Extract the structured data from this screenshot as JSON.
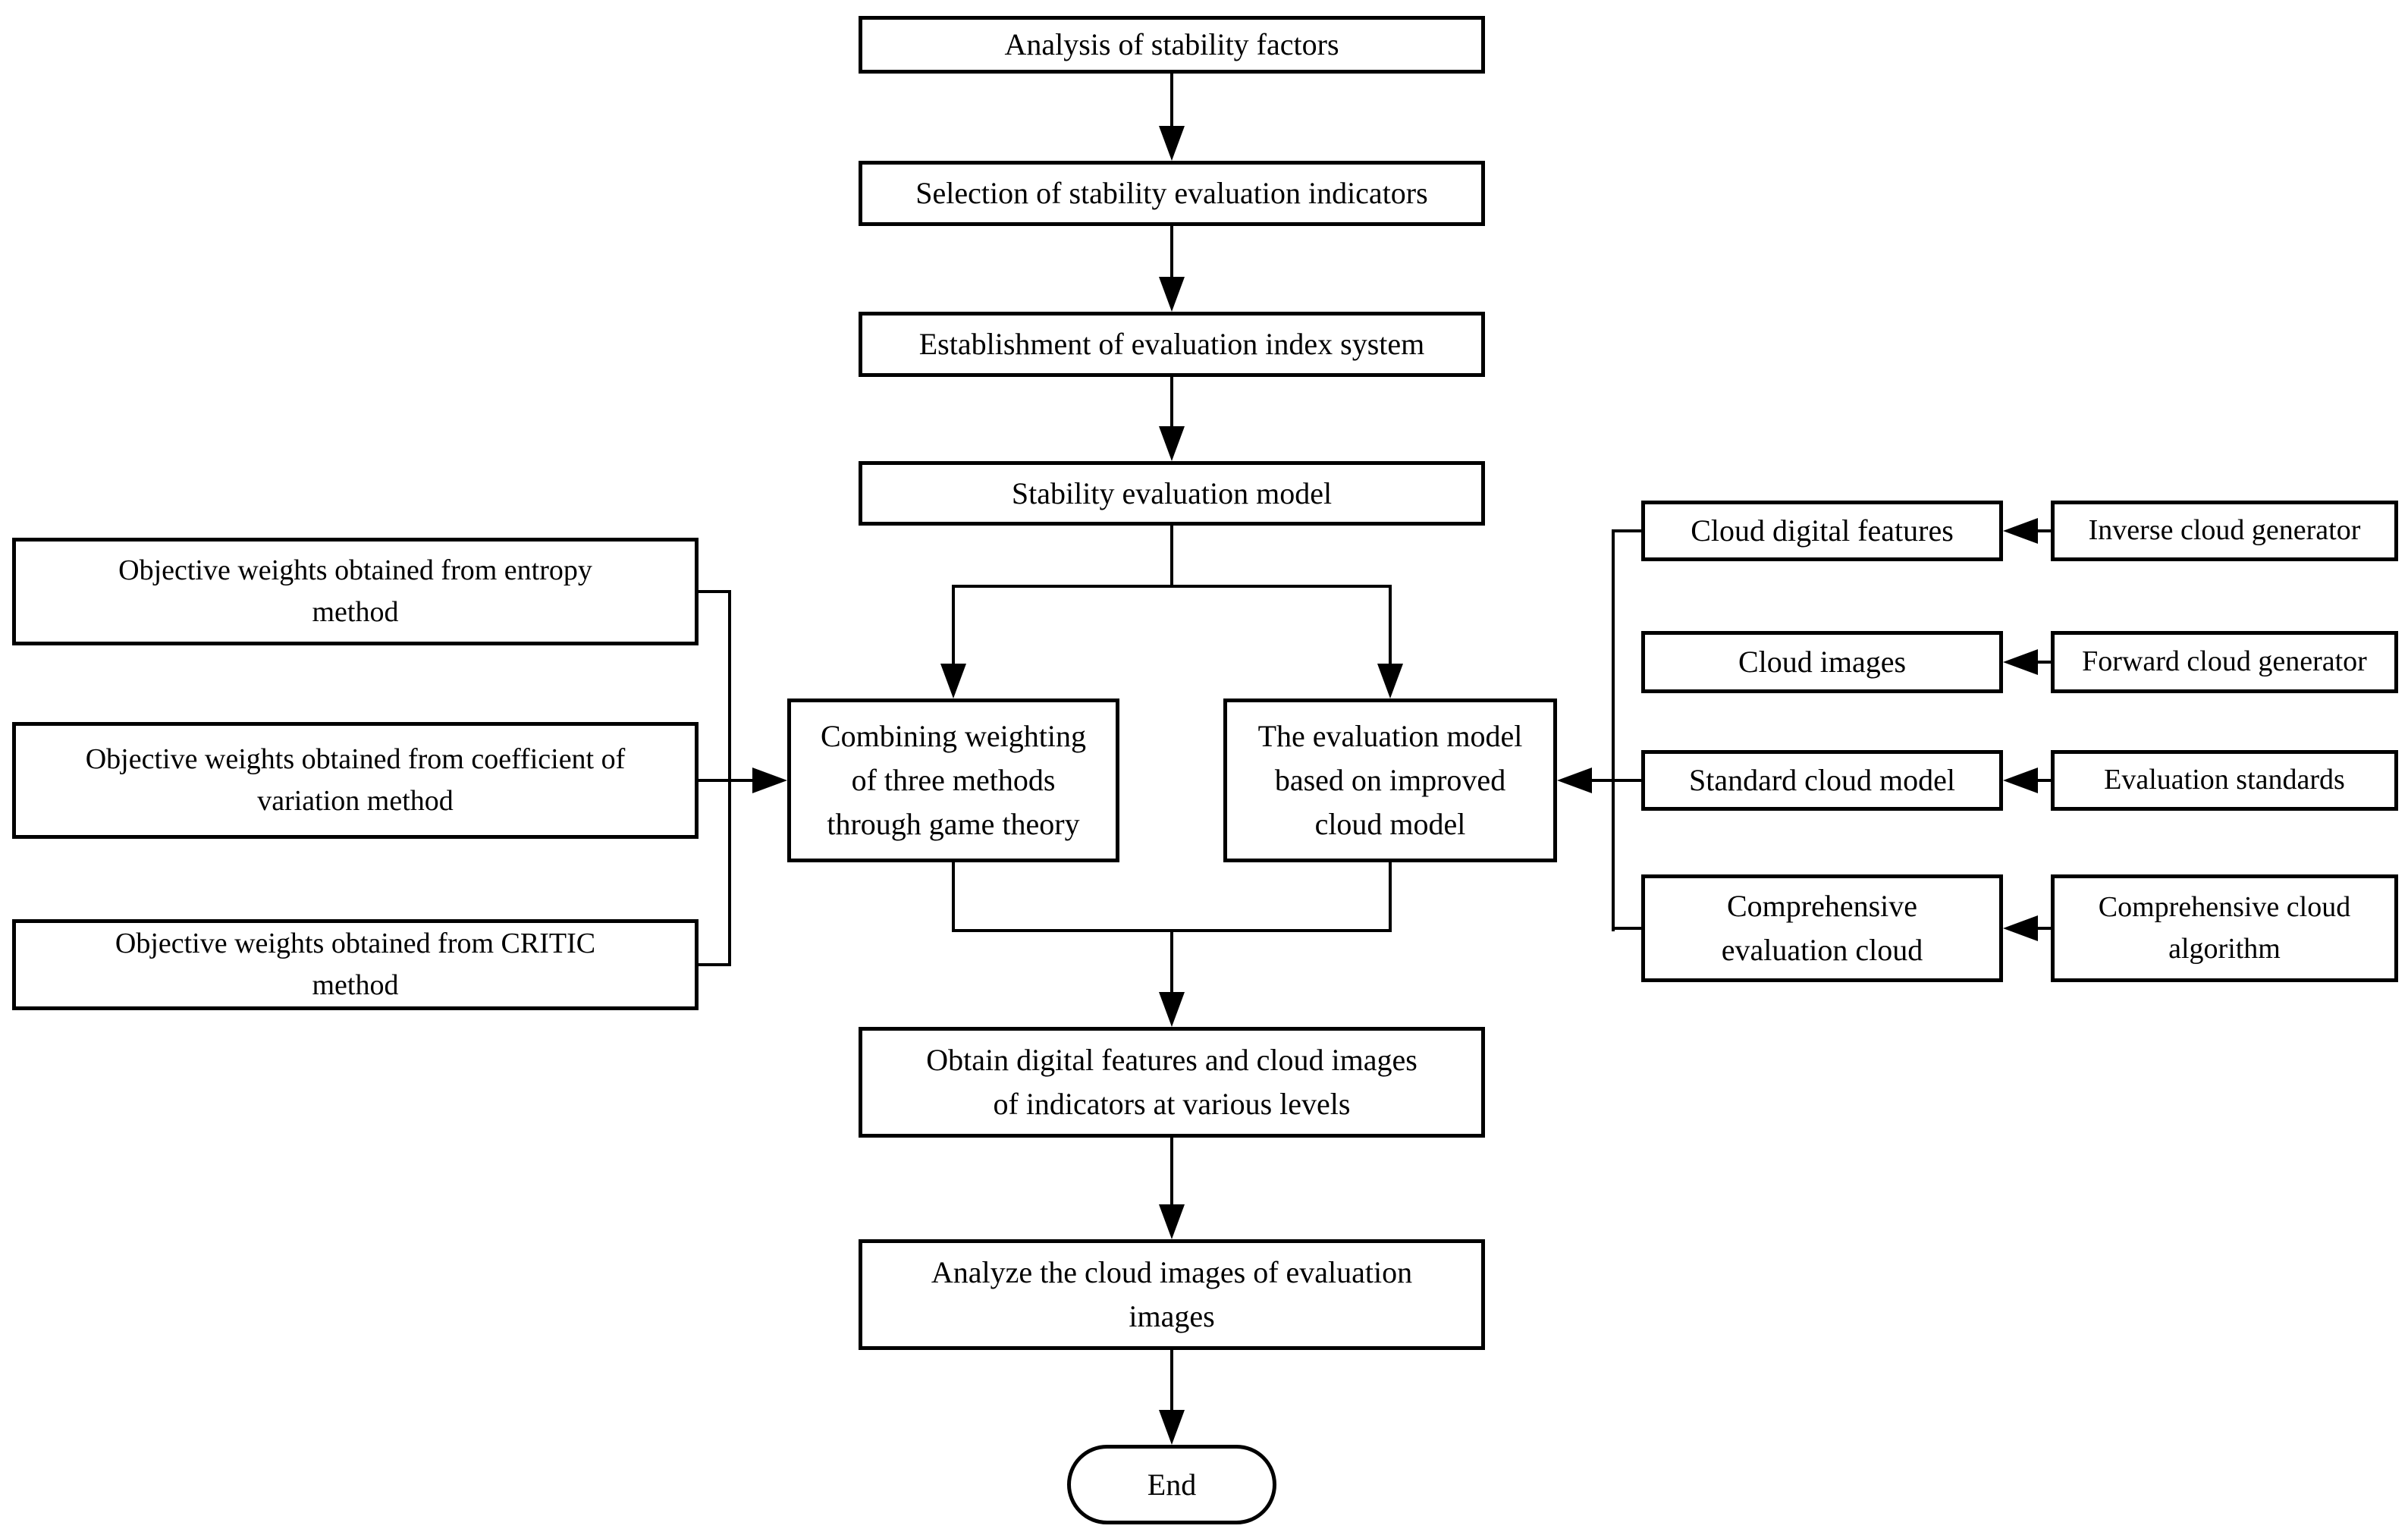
{
  "colors": {
    "background": "#ffffff",
    "line": "#000000",
    "box_border": "#000000",
    "box_fill": "#ffffff",
    "text": "#000000"
  },
  "nodes": {
    "analysis": "Analysis of stability factors",
    "selection": "Selection of stability evaluation indicators",
    "establishment": "Establishment of evaluation index system",
    "stability_model": "Stability  evaluation model",
    "entropy": [
      "Objective weights obtained from entropy",
      "method"
    ],
    "coefficient": [
      "Objective weights obtained from coefficient of",
      "variation method"
    ],
    "critic": [
      "Objective weights obtained from CRITIC",
      "method"
    ],
    "combining": [
      "Combining weighting",
      "of three methods",
      "through game theory"
    ],
    "evaluation_model": [
      "The evaluation model",
      "based on improved",
      "cloud model"
    ],
    "cloud_digital_features": "Cloud digital features",
    "cloud_images": "Cloud images",
    "standard_cloud_model": "Standard cloud model",
    "comprehensive_evaluation_cloud": [
      "Comprehensive",
      "evaluation cloud"
    ],
    "inverse_cloud_generator": "Inverse cloud generator",
    "forward_cloud_generator": "Forward cloud generator",
    "evaluation_standards": "Evaluation standards",
    "comprehensive_cloud_algorithm": [
      "Comprehensive cloud",
      "algorithm"
    ],
    "obtain": [
      "Obtain digital features and cloud images",
      "of indicators at various levels"
    ],
    "analyze": [
      "Analyze the cloud images of evaluation",
      "images"
    ],
    "end": "End"
  }
}
